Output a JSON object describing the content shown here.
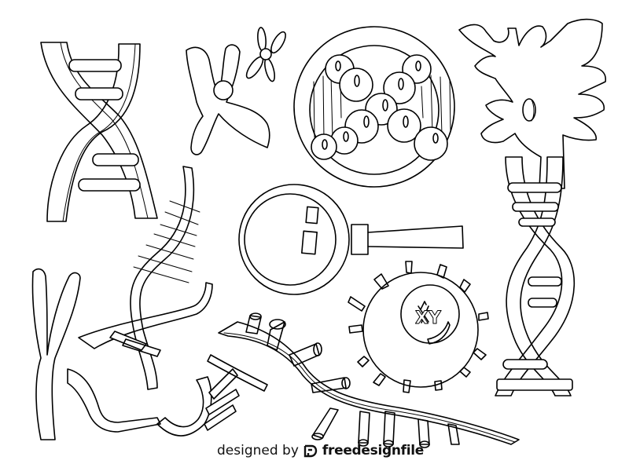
{
  "page": {
    "type": "coloring-page",
    "theme": "genetics / DNA line art",
    "background_color": "#ffffff",
    "line_color": "#000000"
  },
  "illustrations": [
    {
      "name": "dna-helix-top-left",
      "label": "DNA double helix"
    },
    {
      "name": "chromosome-x-large",
      "label": "X chromosome"
    },
    {
      "name": "chromosome-x-small",
      "label": "small chromosome"
    },
    {
      "name": "cell-with-molecules",
      "label": "circle with molecule spheres"
    },
    {
      "name": "tree-dna",
      "label": "tree with DNA helix trunk"
    },
    {
      "name": "dna-helix-center",
      "label": "twisted DNA helix"
    },
    {
      "name": "magnifying-glass",
      "label": "magnifying glass"
    },
    {
      "name": "virus-cell",
      "label": "cell with spikes and XY chromosomes",
      "text": "XY"
    },
    {
      "name": "rna-strand",
      "label": "single RNA strand with bases"
    },
    {
      "name": "chromosome-k",
      "label": "chromosome and ribbon strand bottom-left"
    }
  ],
  "watermark": {
    "prefix": "designed by",
    "brand": "freedesignfile"
  }
}
